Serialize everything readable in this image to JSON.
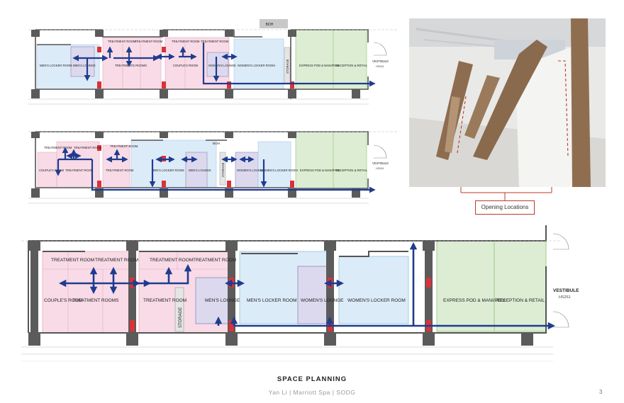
{
  "page": {
    "title": "SPACE PLANNING",
    "subtitle": "Yan Li | Marriott Spa | SODG",
    "page_number": "3"
  },
  "photo": {
    "callout": "Opening Locations"
  },
  "plan_a": {
    "labels": {
      "boh": "BOH",
      "treatment_1": "TREATMENT ROOM",
      "treatment_2": "TREATMENT ROOM",
      "treatment_3": "TREATMENT ROOM",
      "treatment_4": "TREATMENT ROOM",
      "mens_locker": "MEN'S LOCKER ROOM",
      "mens_lounge": "MEN'S LOUNGE",
      "treatments_rooms": "TREATMENTS ROOMS",
      "couples": "COUPLE'S ROOM",
      "womens_lounge": "WOMEN'S LOUNGE",
      "womens_locker": "WOMEN'S LOCKER ROOM",
      "storage": "STORAGE",
      "express": "EXPRESS POD & MANI/PEDI",
      "reception": "RECEPTION & RETAIL",
      "vestibule": "VESTIBULE",
      "vestibule_code": "HS261"
    }
  },
  "plan_b": {
    "labels": {
      "treatment_1": "TREATMENT ROOM",
      "treatment_2": "TREATMENT ROOM",
      "treatment_3": "TREATMENT ROOM",
      "couples": "COUPLE'S ROOM",
      "treatment_4": "TREATMENT ROOM",
      "treatment_5": "TREATMENT ROOM",
      "mens_locker": "MEN'S LOCKER ROOM",
      "mens_lounge": "MEN'S LOUNGE",
      "boh": "BOH",
      "storage": "STORAGE",
      "womens_lounge": "WOMEN'S LOUNGE",
      "womens_locker": "WOMEN'S LOCKER ROOM",
      "express": "EXPRESS POD & MANI/PEDI",
      "reception": "RECEPTION & RETAIL",
      "vestibule": "VESTIBULE",
      "vestibule_code": "HS261"
    }
  },
  "plan_c": {
    "labels": {
      "treatment_1": "TREATMENT ROOM",
      "treatment_2": "TREATMENT ROOM",
      "treatment_3": "TREATMENT ROOM",
      "treatment_4": "TREATMENT ROOM",
      "couples": "COUPLE'S ROOM",
      "treatment_rooms": "TREATMENT ROOMS",
      "treatment_5": "TREATMENT ROOM",
      "storage": "STORAGE",
      "mens_lounge": "MEN'S LOUNGE",
      "mens_locker": "MEN'S LOCKER ROOM",
      "womens_lounge": "WOMEN'S LOUNGE",
      "womens_locker": "WOMEN'S LOCKER ROOM",
      "express": "EXPRESS POD & MANI/PEDI",
      "reception": "RECEPTION & RETAIL",
      "vestibule": "VESTIBULE",
      "vestibule_code": "HS261"
    }
  },
  "colors": {
    "arrow": "#1f3c8f",
    "pink": "#f8dbe6",
    "blue": "#dcebf8",
    "lavender": "#dcd9ef",
    "green": "#dcedd3",
    "column_red": "#d9323a",
    "wall": "#555555",
    "callout_red": "#c0392b"
  }
}
